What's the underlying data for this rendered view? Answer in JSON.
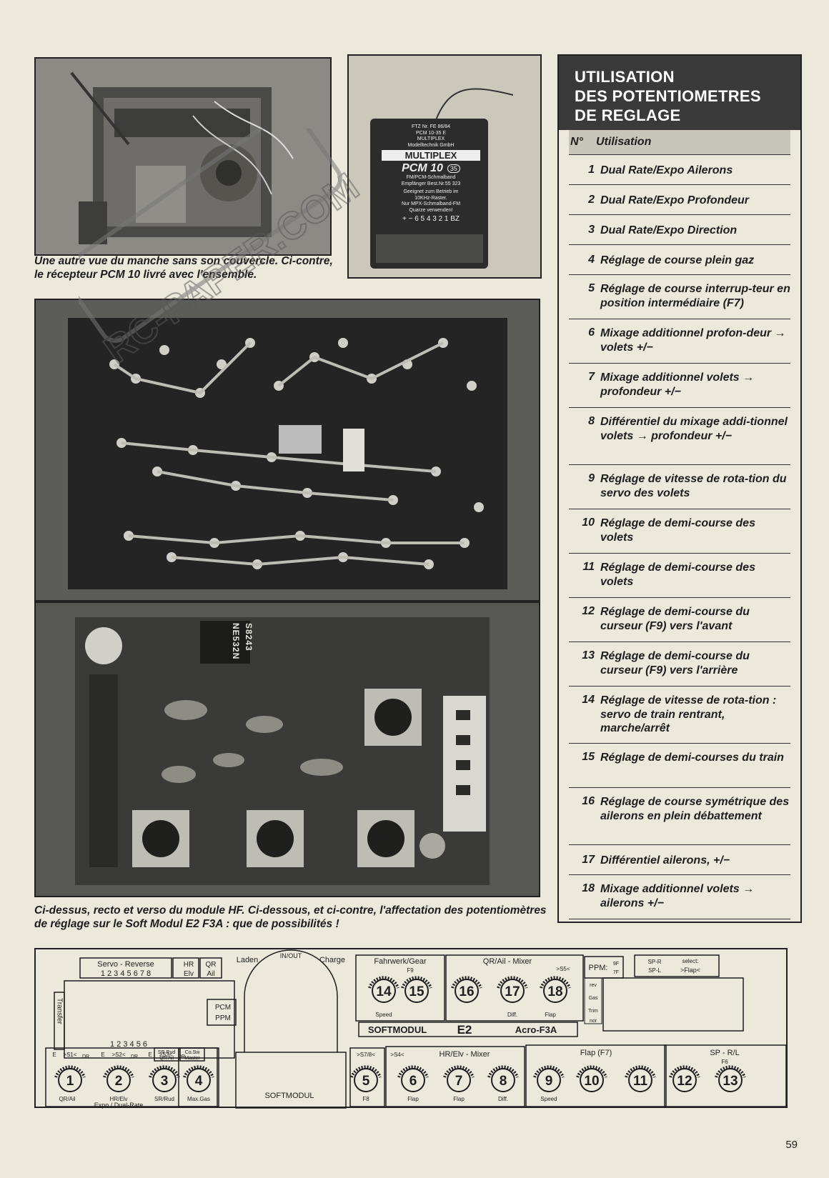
{
  "captions": {
    "top": "Une autre vue du manche sans son couvercle. Ci-contre, le récepteur PCM 10 livré avec l'ensemble.",
    "bottom": "Ci-dessus, recto et verso du module HF. Ci-dessous, et ci-contre, l'affectation des potentiomètres de réglage sur le Soft Modul E2 F3A : que de possibilités !"
  },
  "watermark": "RC-PAPER.COM",
  "receiver_label": {
    "lines": [
      "FTZ Nr. FE 86/84",
      "PCM 10-35 E",
      "MULTIPLEX",
      "Modelltechnik GmbH"
    ],
    "brand": "MULTIPLEX",
    "model": "PCM 10",
    "band": "35",
    "sub": [
      "FM/PCM-Schmalband",
      "Empfänger   Best.Nr.55 323",
      "Geeignet zum Betrieb im",
      "10KHz-Raster.",
      "Nur MPX-Schmalband-FM",
      "Quarze verwenden!"
    ],
    "pins": "+ − 6 5 4 3 2 1 BZ"
  },
  "chips": [
    "NE532N",
    "S8243"
  ],
  "table": {
    "title_lines": [
      "UTILISATION",
      "DES POTENTIOMETRES",
      "DE REGLAGE"
    ],
    "col_no": "N°",
    "col_use": "Utilisation",
    "rows": [
      {
        "n": "1",
        "t": "Dual Rate/Expo Ailerons"
      },
      {
        "n": "2",
        "t": "Dual Rate/Expo Profondeur"
      },
      {
        "n": "3",
        "t": "Dual Rate/Expo Direction"
      },
      {
        "n": "4",
        "t": "Réglage de course plein gaz"
      },
      {
        "n": "5",
        "t": "Réglage de course interrup-teur en position intermédiaire (F7)"
      },
      {
        "n": "6",
        "t": "Mixage additionnel profon-deur → volets +/−"
      },
      {
        "n": "7",
        "t": "Mixage additionnel volets → profondeur +/−"
      },
      {
        "n": "8",
        "t": "Différentiel du mixage addi-tionnel volets → profondeur +/−"
      },
      {
        "n": "9",
        "t": "Réglage de vitesse de rota-tion du servo des volets"
      },
      {
        "n": "10",
        "t": "Réglage de demi-course des volets"
      },
      {
        "n": "11",
        "t": "Réglage de demi-course des volets"
      },
      {
        "n": "12",
        "t": "Réglage de demi-course du curseur (F9) vers l'avant"
      },
      {
        "n": "13",
        "t": "Réglage de demi-course du curseur (F9) vers l'arrière"
      },
      {
        "n": "14",
        "t": "Réglage de vitesse de rota-tion : servo de train rentrant, marche/arrêt"
      },
      {
        "n": "15",
        "t": "Réglage de demi-courses du train"
      },
      {
        "n": "16",
        "t": "Réglage de course symétrique des ailerons en plein débattement"
      },
      {
        "n": "17",
        "t": "Différentiel ailerons, +/−"
      },
      {
        "n": "18",
        "t": "Mixage additionnel volets → ailerons +/−"
      }
    ]
  },
  "panel": {
    "servo_reverse": "Servo - Reverse",
    "servo_nums": "1 2 3 4 5 6 7 8",
    "hr_elv": [
      "HR",
      "Elv"
    ],
    "qr_ail": [
      "QR",
      "Ail"
    ],
    "transfer": "Transfer",
    "transfer_nums": "1 2 3 4 5 6",
    "pcm": "PCM",
    "ppm": "PPM",
    "sr_rud": [
      "SR Rud",
      "QR Ail"
    ],
    "co_sw": [
      "Co.Sw",
      "Master"
    ],
    "laden": "Laden",
    "inout": "IN/OUT",
    "charge": "Charge",
    "softmodul_small": "SOFTMODUL",
    "fahrwerk": "Fahrwerk/Gear",
    "f9": "F9",
    "speed": "Speed",
    "qr_mixer": "QR/Ail - Mixer",
    "s5": ">S5<",
    "diff": "Diff.",
    "flap_qr": "Flap",
    "ppm_box": "PPM:",
    "ppm_f": [
      "9F",
      "7F"
    ],
    "sp_r": "SP-R",
    "sp_l": "SP-L",
    "select": "select:",
    "flap_sel": ">Flap<",
    "rev": "rev",
    "gas": "Gas",
    "trim": "Trim",
    "nor": "nor",
    "brand": "SOFTMODUL",
    "e2": "E2",
    "acro": "Acro-F3A",
    "s1": ">S1<",
    "s2": ">S2<",
    "s3": ">S3<",
    "e": "E",
    "dr": "DR",
    "qr_ail_lbl": "QR/Ail",
    "hr_elv_lbl": "HR/Elv",
    "sr_rud_lbl": "SR/Rud",
    "expo": "Expo / Dual-Rate",
    "max_gas": "Max.Gas",
    "s78": ">S7/8<",
    "s4": ">S4<",
    "hr_mixer": "HR/Elv - Mixer",
    "f8": "F8",
    "flap_f7": "Flap (F7)",
    "sp_rl": "SP - R/L",
    "f6": "F6",
    "speed2": "Speed",
    "knobs": [
      "1",
      "2",
      "3",
      "4",
      "5",
      "6",
      "7",
      "8",
      "9",
      "10",
      "11",
      "12",
      "13",
      "14",
      "15",
      "16",
      "17",
      "18"
    ]
  },
  "page_number": "59"
}
